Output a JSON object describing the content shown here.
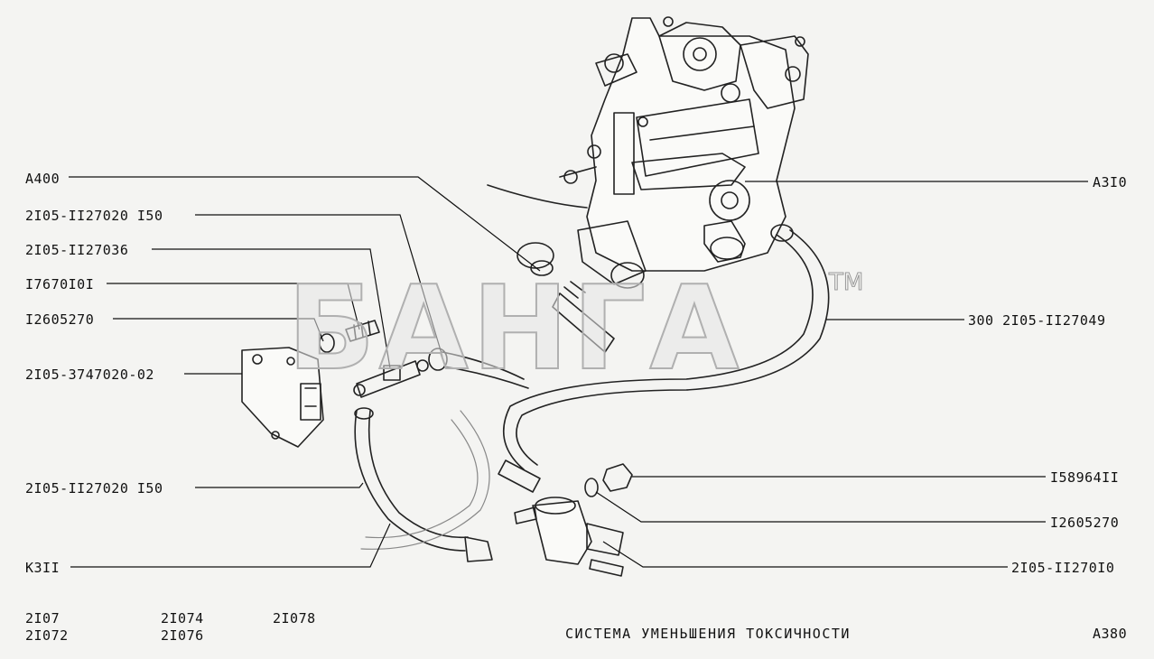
{
  "watermark": {
    "text": "БАНГА",
    "tm": "TM"
  },
  "labels_left": [
    "A400",
    "2I05-II27020 I50",
    "2I05-II27036",
    "I7670I0I",
    "I2605270",
    "2I05-3747020-02",
    "2I05-II27020 I50",
    "K3II"
  ],
  "labels_right": [
    "A3I0",
    "300 2I05-II27049",
    "I58964II",
    "I2605270",
    "2I05-II270I0"
  ],
  "footer": {
    "models_col1": [
      "2I07",
      "2I072"
    ],
    "models_col2": [
      "2I074",
      "2I076"
    ],
    "models_col3": [
      "2I078"
    ],
    "title": "СИСТЕМА  УМЕНЬШЕНИЯ  ТОКСИЧНОСТИ",
    "page_code": "A380"
  }
}
